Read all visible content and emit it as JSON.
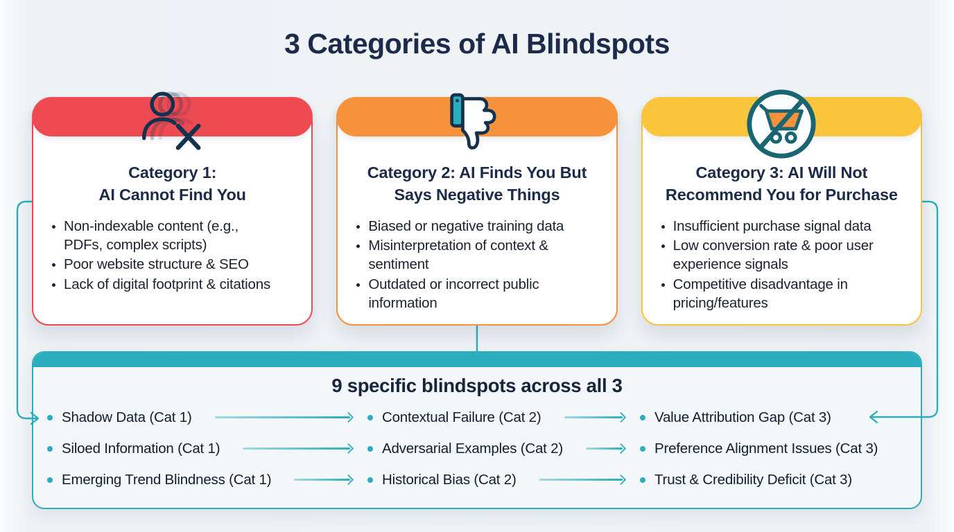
{
  "title": "3 Categories of AI Blindspots",
  "colors": {
    "category1_accent": "#EE4A52",
    "category2_accent": "#F6923B",
    "category3_accent": "#F9C53C",
    "teal": "#2BADBD",
    "heading_navy": "#1B2B49",
    "body_text": "#1A2230"
  },
  "categories": [
    {
      "icon": "person-x-icon",
      "title_line1": "Category 1:",
      "title_line2": "AI Cannot Find You",
      "bullets": [
        "Non-indexable content (e.g., PDFs, complex scripts)",
        "Poor website structure & SEO",
        "Lack of digital footprint & citations"
      ]
    },
    {
      "icon": "thumbs-down-icon",
      "title_line1": "Category 2: AI Finds You But",
      "title_line2": "Says Negative Things",
      "bullets": [
        "Biased or negative training data",
        "Misinterpretation of context & sentiment",
        "Outdated or incorrect public information"
      ]
    },
    {
      "icon": "no-cart-icon",
      "title_line1": "Category 3: AI Will Not",
      "title_line2": "Recommend You for Purchase",
      "bullets": [
        "Insufficient purchase signal data",
        "Low conversion rate & poor user experience signals",
        "Competitive disadvantage in pricing/features"
      ]
    }
  ],
  "blindspots_panel": {
    "title": "9 specific blindspots across all 3",
    "rows": [
      [
        "Shadow Data (Cat 1)",
        "Contextual Failure (Cat 2)",
        "Value Attribution Gap (Cat 3)"
      ],
      [
        "Siloed Information (Cat 1)",
        "Adversarial Examples (Cat 2)",
        "Preference Alignment Issues (Cat 3)"
      ],
      [
        "Emerging Trend Blindness (Cat 1)",
        "Historical Bias (Cat 2)",
        "Trust & Credibility Deficit (Cat 3)"
      ]
    ]
  }
}
